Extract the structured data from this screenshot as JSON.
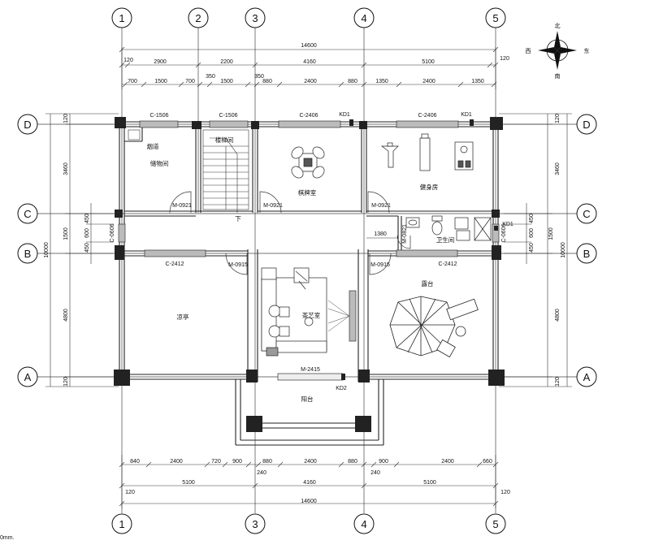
{
  "compass": {
    "north": "北",
    "south": "南",
    "east": "东",
    "west": "西"
  },
  "grid": {
    "vertical": [
      "1",
      "2",
      "3",
      "4",
      "5"
    ],
    "horizontal": [
      "D",
      "C",
      "B",
      "A"
    ]
  },
  "dims_top": {
    "total": "14600",
    "row2": [
      "120",
      "2900",
      "2200",
      "4160",
      "5100",
      "120"
    ],
    "row3": [
      "700",
      "1500",
      "700",
      "350",
      "1500",
      "350",
      "880",
      "2400",
      "880",
      "1350",
      "2400",
      "1350"
    ]
  },
  "dims_bottom": {
    "row1": [
      "840",
      "2400",
      "720",
      "900",
      "880",
      "2400",
      "880",
      "900",
      "2400",
      "660"
    ],
    "row1b": [
      "240",
      "240"
    ],
    "row2": [
      "5100",
      "4160",
      "5100"
    ],
    "edge": [
      "120",
      "120"
    ],
    "total": "14600"
  },
  "dims_left": {
    "total": "10000",
    "segments": [
      "120",
      "3460",
      "1500",
      "4800",
      "120"
    ],
    "inner": [
      "450",
      "600",
      "450"
    ]
  },
  "dims_right": {
    "total": "10000",
    "segments": [
      "120",
      "3460",
      "1500",
      "4800",
      "120"
    ],
    "inner": [
      "450",
      "600",
      "450"
    ]
  },
  "windows": {
    "w1": "C-1506",
    "w2": "C-1506",
    "w3": "C-2406",
    "w4": "C-2406",
    "w5": "C-2412",
    "w6": "C-2412",
    "w7": "C-0606",
    "w8": "C-0606"
  },
  "doors": {
    "d1": "M-0921",
    "d2": "M-0921",
    "d3": "M-0921",
    "d4": "M-0915",
    "d5": "M-0915",
    "d6": "M-2415",
    "d7": "M-0821",
    "kd1": "KD1",
    "kd2": "KD1",
    "kd3": "KD2",
    "kd4": "KD1"
  },
  "rooms": {
    "storage": "储物间",
    "flue": "烟道",
    "stair": "楼梯间",
    "down": "下",
    "chess": "棋牌室",
    "gym": "健身房",
    "bath": "卫生间",
    "pavilion": "凉亭",
    "tea": "茶艺室",
    "terrace": "露台",
    "balcony": "阳台"
  },
  "misc": {
    "dim1380": "1380"
  },
  "footnote": "0mm."
}
